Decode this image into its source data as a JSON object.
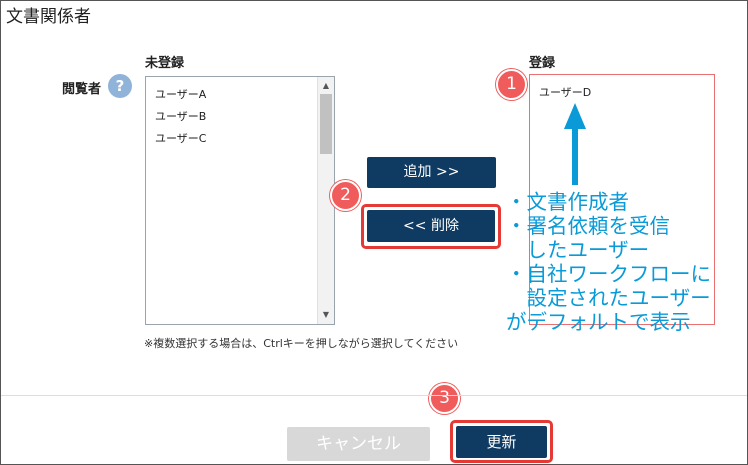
{
  "section": {
    "title": "文書関係者"
  },
  "viewers": {
    "label": "閲覧者",
    "help_icon": "?",
    "unregistered": {
      "label": "未登録",
      "items": [
        "ユーザーA",
        "ユーザーB",
        "ユーザーC"
      ]
    },
    "registered": {
      "label": "登録",
      "items": [
        "ユーザーD"
      ]
    },
    "add_button": "追加 >>",
    "remove_button": "<< 削除",
    "hint": "※複数選択する場合は、Ctrlキーを押しながら選択してください"
  },
  "annotation": {
    "lines": [
      "・文書作成者",
      "・署名依頼を受信",
      "　したユーザー",
      "・自社ワークフローに",
      "　設定されたユーザー",
      "がデフォルトで表示"
    ],
    "color": "#0a9ad8"
  },
  "steps": {
    "one": "1",
    "two": "2",
    "three": "3"
  },
  "footer": {
    "cancel_button": "キャンセル",
    "update_button": "更新"
  },
  "colors": {
    "primary": "#0f3a61",
    "highlight": "#e53935",
    "badge": "#f05c5c"
  }
}
